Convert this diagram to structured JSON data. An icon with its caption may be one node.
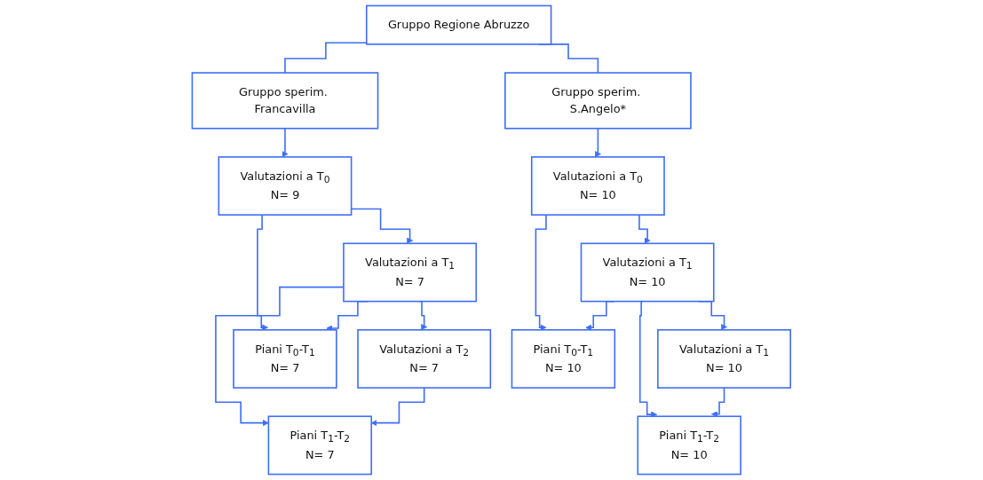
{
  "diagram": {
    "nodes": [
      {
        "text": [
          "Gruppo Regione Abruzzo"
        ]
      },
      {
        "text": [
          "Gruppo sperim. Francavilla"
        ]
      },
      {
        "text": [
          "Gruppo sperim. S.Angelo*"
        ]
      },
      {
        "text": [
          "Valutazioni a T$_{0}$",
          "N= 9"
        ]
      },
      {
        "text": [
          "Valutazioni a T$_{1}$",
          "N= 7"
        ]
      },
      {
        "text": [
          "Valutazioni a T$_{2}$",
          "N= 7"
        ]
      },
      {
        "text": [
          "Piani T$_{0}$-T$_{1}$",
          "N= 7"
        ]
      },
      {
        "text": [
          "Piani T$_{1}$-T$_{2}$",
          "N= 7"
        ]
      },
      {
        "text": [
          "Valutazioni a T$_{0}$",
          "N= 10"
        ]
      },
      {
        "text": [
          "Valutazioni a T$_{1}$",
          "N= 10"
        ]
      },
      {
        "text": [
          "Valutazioni a T$_{1}$",
          "N= 10"
        ]
      },
      {
        "text": [
          "Piani T$_{0}$-T$_{1}$",
          "N= 10"
        ]
      },
      {
        "text": [
          "Piani T$_{1}$-T$_{2}$",
          "N= 10"
        ]
      }
    ],
    "edges": [
      {
        "from": 0,
        "to": 1,
        "arrow": "none"
      },
      {
        "from": 0,
        "to": 2,
        "arrow": "none"
      },
      {
        "from": 1,
        "to": 3,
        "arrow": "to"
      },
      {
        "from": 3,
        "to": 4,
        "arrow": "to"
      },
      {
        "from": 4,
        "to": 5,
        "arrow": "to"
      },
      {
        "from": 3,
        "to": 6,
        "arrow": "to"
      },
      {
        "from": 4,
        "to": 6,
        "arrow": "to"
      },
      {
        "from": 4,
        "to": 7,
        "arrow": "to"
      },
      {
        "from": 5,
        "to": 7,
        "arrow": "to"
      },
      {
        "from": 2,
        "to": 8,
        "arrow": "to"
      },
      {
        "from": 8,
        "to": 9,
        "arrow": "to"
      },
      {
        "from": 9,
        "to": 10,
        "arrow": "to"
      },
      {
        "from": 8,
        "to": 11,
        "arrow": "to"
      },
      {
        "from": 9,
        "to": 11,
        "arrow": "to"
      },
      {
        "from": 9,
        "to": 12,
        "arrow": "to"
      },
      {
        "from": 10,
        "to": 12,
        "arrow": "to"
      }
    ]
  }
}
